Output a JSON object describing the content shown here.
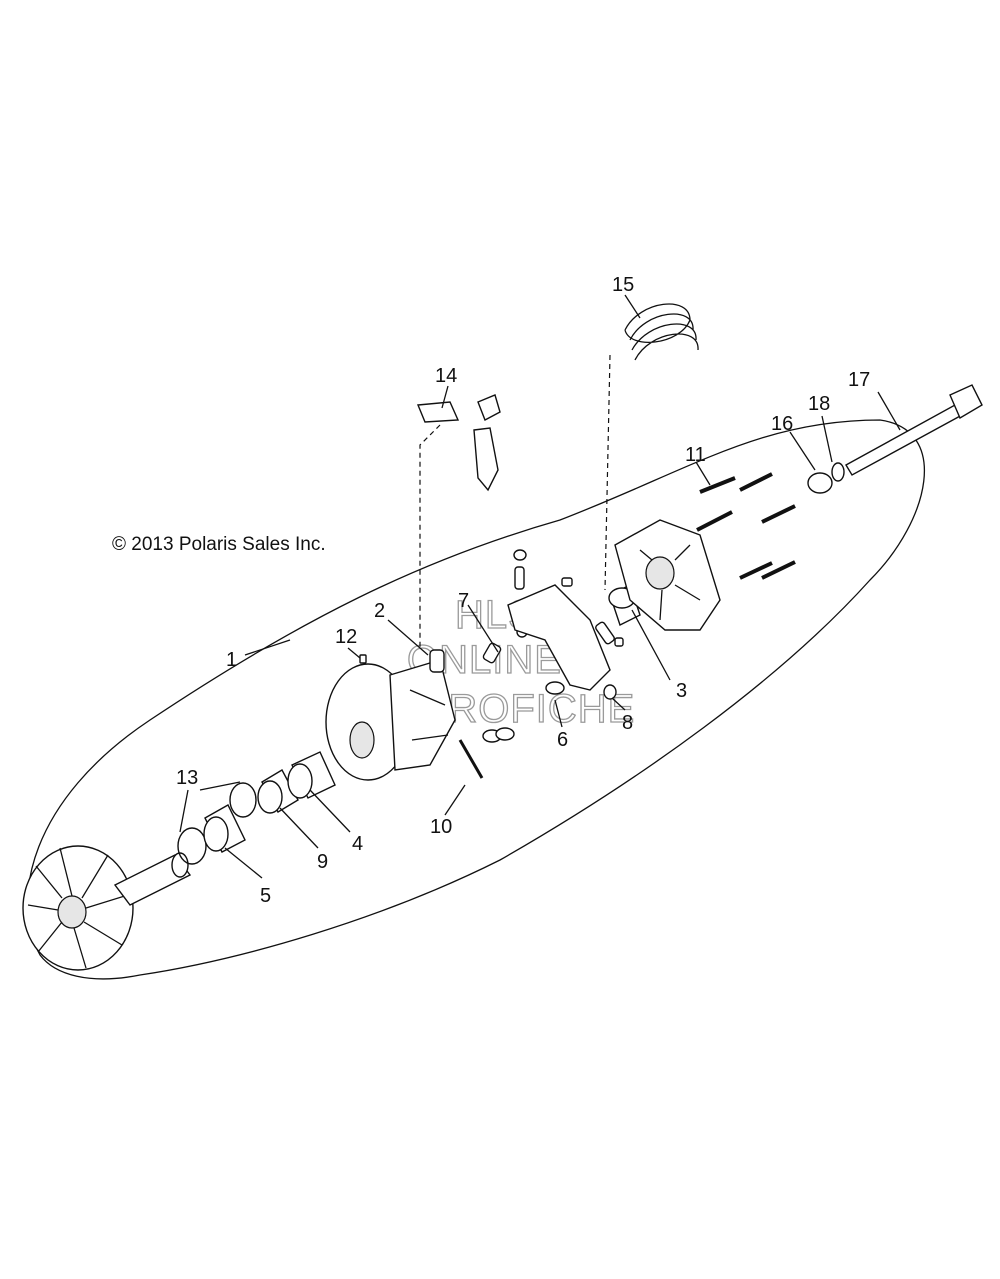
{
  "copyright": "© 2013 Polaris Sales Inc.",
  "watermark": {
    "line1": "HLSM",
    "line2": "ONLINE",
    "line3": "MICROFICHE"
  },
  "callouts": {
    "c1": "1",
    "c2": "2",
    "c3": "3",
    "c4": "4",
    "c5": "5",
    "c6": "6",
    "c7": "7",
    "c8": "8",
    "c9": "9",
    "c10": "10",
    "c11": "11",
    "c12": "12",
    "c13": "13",
    "c14": "14",
    "c15": "15",
    "c16": "16",
    "c17": "17",
    "c18": "18"
  }
}
